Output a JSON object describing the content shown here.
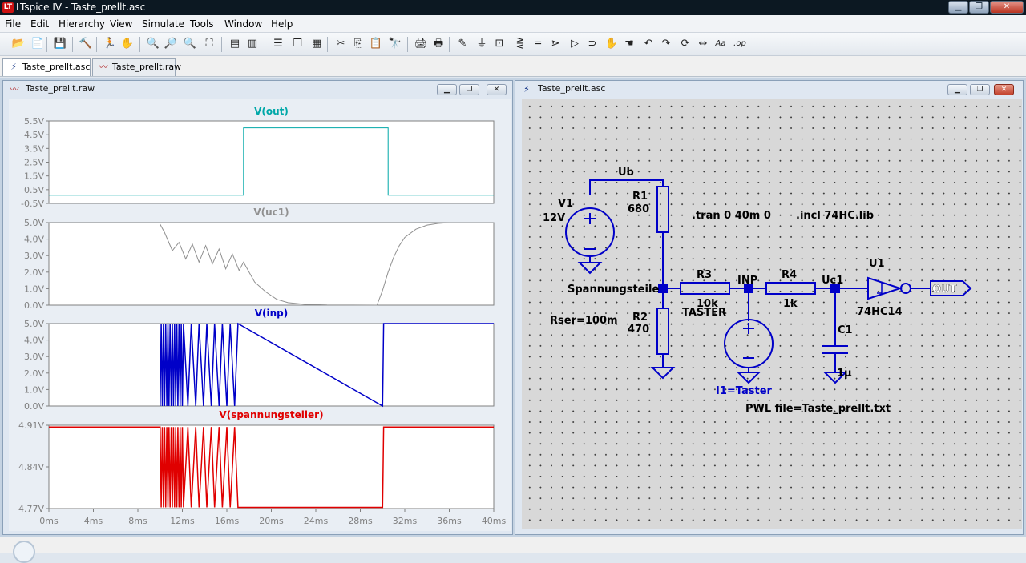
{
  "app": {
    "title": "LTspice IV - Taste_prellt.asc",
    "logo": "LT",
    "controls": {
      "minimize": "▁",
      "restore": "❐",
      "close": "✕"
    }
  },
  "menu": [
    "File",
    "Edit",
    "Hierarchy",
    "View",
    "Simulate",
    "Tools",
    "Window",
    "Help"
  ],
  "toolbar": {
    "icons": [
      "open-icon",
      "new-schematic-icon",
      "save-icon",
      "control-panel-icon",
      "run-icon",
      "halt-icon",
      "zoom-in-icon",
      "pan-icon",
      "zoom-out-icon",
      "zoom-fit-icon",
      "autorange-icon",
      "cancel-zoom-icon",
      "tile-horizontal-icon",
      "cascade-icon",
      "tile-vertical-icon",
      "cut-icon",
      "copy-icon",
      "paste-icon",
      "find-icon",
      "print-setup-icon",
      "print-icon",
      "wire-icon",
      "ground-icon",
      "label-icon",
      "resistor-icon",
      "capacitor-icon",
      "inductor-icon",
      "diode-icon",
      "component-icon",
      "move-icon",
      "drag-icon",
      "undo-icon",
      "redo-icon",
      "rotate-icon",
      "mirror-icon",
      "text-icon",
      "spice-directive-icon"
    ],
    "glyphs": [
      "📂",
      "📄",
      "💾",
      "🔨",
      "🏃",
      "✋",
      "🔍",
      "🔎",
      "🔍",
      "⛶",
      "▤",
      "▥",
      "☰",
      "❐",
      "▦",
      "✂",
      "⎘",
      "📋",
      "🔭",
      "🖨",
      "🖶",
      "✎",
      "⏚",
      "⊡",
      "⋛",
      "═",
      "⋗",
      "▷",
      "⊃",
      "✋",
      "☚",
      "↶",
      "↷",
      "⟳",
      "⇔",
      "Aa",
      ".op"
    ]
  },
  "tabs": [
    {
      "label": "Taste_prellt.asc",
      "active": true,
      "icon": "schematic-icon"
    },
    {
      "label": "Taste_prellt.raw",
      "active": false,
      "icon": "waveform-icon"
    }
  ],
  "plot_window": {
    "title": "Taste_prellt.raw",
    "controls": {
      "minimize": "▁",
      "restore": "❐",
      "close": "✕"
    }
  },
  "schematic_window": {
    "title": "Taste_prellt.asc",
    "controls": {
      "minimize": "▁",
      "restore": "❐",
      "close": "✕"
    }
  },
  "plot_colors": {
    "V(out)": "#00a8a8",
    "V(uc1)": "#909090",
    "V(inp)": "#0000c8",
    "V(spannungsteiler)": "#e00000"
  },
  "chart_data": [
    {
      "type": "line",
      "title": "V(out)",
      "color": "#00a8a8",
      "ytick_labels": [
        "5.5V",
        "4.5V",
        "3.5V",
        "2.5V",
        "1.5V",
        "0.5V",
        "-0.5V"
      ],
      "ylim": [
        -0.5,
        5.5
      ],
      "x": [
        0,
        17.5,
        17.5,
        30.5,
        30.5,
        40
      ],
      "values": [
        0.1,
        0.1,
        5.0,
        5.0,
        0.1,
        0.1
      ]
    },
    {
      "type": "line",
      "title": "V(uc1)",
      "color": "#909090",
      "ytick_labels": [
        "5.0V",
        "4.0V",
        "3.0V",
        "2.0V",
        "1.0V",
        "0.0V"
      ],
      "ylim": [
        0,
        5
      ],
      "x": [
        10,
        10.4,
        11.1,
        11.7,
        12.3,
        12.9,
        13.5,
        14.1,
        14.7,
        15.3,
        15.9,
        16.5,
        17.1,
        17.5,
        18.5,
        19.5,
        20.5,
        21.5,
        23,
        25,
        29.5,
        30,
        30.5,
        31,
        31.5,
        32,
        33,
        34,
        35,
        36,
        40
      ],
      "values": [
        4.9,
        4.4,
        3.3,
        3.8,
        2.8,
        3.7,
        2.6,
        3.6,
        2.5,
        3.4,
        2.2,
        3.1,
        2.1,
        2.6,
        1.4,
        0.8,
        0.35,
        0.15,
        0.05,
        0.01,
        0,
        0.9,
        2.0,
        2.9,
        3.6,
        4.1,
        4.6,
        4.85,
        4.95,
        5.0,
        5.0
      ]
    },
    {
      "type": "line",
      "title": "V(inp)",
      "color": "#0000c8",
      "ytick_labels": [
        "5.0V",
        "4.0V",
        "3.0V",
        "2.0V",
        "1.0V",
        "0.0V"
      ],
      "ylim": [
        0,
        5
      ],
      "x": [
        10,
        10.1,
        10.2,
        10.3,
        10.4,
        10.5,
        10.6,
        10.7,
        10.8,
        10.9,
        11.0,
        11.1,
        11.2,
        11.3,
        11.4,
        11.5,
        11.6,
        11.7,
        11.8,
        11.9,
        12.0,
        12.1,
        12.5,
        12.8,
        13.2,
        13.5,
        13.9,
        14.2,
        14.6,
        14.9,
        15.3,
        15.6,
        16.0,
        16.3,
        16.7,
        17.0,
        30,
        30.1,
        40
      ],
      "values": [
        0,
        5,
        0,
        5,
        0,
        5,
        0,
        5,
        0,
        5,
        0,
        5,
        0,
        5,
        0,
        5,
        0,
        5,
        0,
        5,
        0,
        5,
        0,
        5,
        0,
        5,
        0,
        5,
        0,
        5,
        0,
        5,
        0,
        5,
        0,
        5,
        0,
        5,
        5
      ]
    },
    {
      "type": "line",
      "title": "V(spannungsteiler)",
      "color": "#e00000",
      "ytick_labels": [
        "4.91V",
        "4.84V",
        "4.77V"
      ],
      "ylim": [
        4.77,
        4.91
      ],
      "xtick_labels": [
        "0ms",
        "4ms",
        "8ms",
        "12ms",
        "16ms",
        "20ms",
        "24ms",
        "28ms",
        "32ms",
        "36ms",
        "40ms"
      ],
      "xlim": [
        0,
        40
      ],
      "x": [
        0,
        10,
        10.1,
        10.2,
        10.3,
        10.4,
        10.5,
        10.6,
        10.7,
        10.8,
        10.9,
        11.0,
        11.1,
        11.2,
        11.3,
        11.4,
        11.5,
        11.6,
        11.7,
        11.8,
        11.9,
        12.0,
        12.1,
        12.5,
        12.8,
        13.2,
        13.5,
        13.9,
        14.2,
        14.6,
        14.9,
        15.3,
        15.6,
        16.0,
        16.3,
        16.7,
        17.0,
        30,
        30.1,
        40
      ],
      "values": [
        4.907,
        4.907,
        4.772,
        4.907,
        4.772,
        4.907,
        4.772,
        4.907,
        4.772,
        4.907,
        4.772,
        4.907,
        4.772,
        4.907,
        4.772,
        4.907,
        4.772,
        4.907,
        4.772,
        4.907,
        4.772,
        4.907,
        4.772,
        4.907,
        4.772,
        4.907,
        4.772,
        4.907,
        4.772,
        4.907,
        4.772,
        4.907,
        4.772,
        4.907,
        4.772,
        4.907,
        4.772,
        4.772,
        4.907,
        4.907
      ]
    }
  ],
  "schematic": {
    "labels": {
      "ub": "Ub",
      "v1": "V1",
      "v1_value": "12V",
      "r1": "R1",
      "r1_value": "680",
      "tran": ".tran 0 40m 0",
      "incl": ".incl 74HC.lib",
      "u1": "U1",
      "net_spannung": "Spannungsteile",
      "r3": "R3",
      "r3_value": "10k",
      "taster": "TASTER",
      "inp": "INP",
      "r4": "R4",
      "r4_value": "1k",
      "uc1": "Uc1",
      "u1_part": "74HC14",
      "out": "OUT",
      "rser": "Rser=100m",
      "r2": "R2",
      "r2_value": "470",
      "c1": "C1",
      "c1_value": "1µ",
      "i1": "I1=Taster",
      "pwl": "PWL file=Taste_prellt.txt"
    },
    "wire_color": "#0000c8",
    "text_color": "#000000",
    "source_label_color": "#0000c8"
  }
}
